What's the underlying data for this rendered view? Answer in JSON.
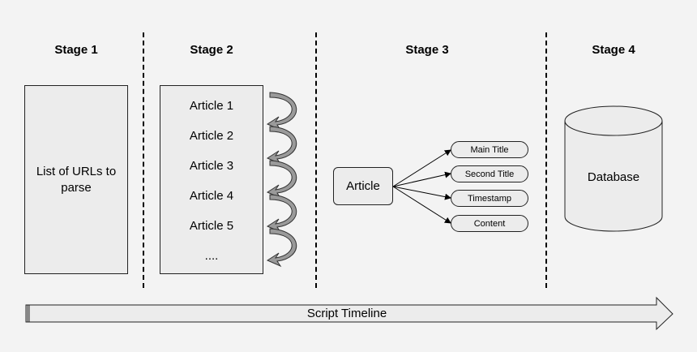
{
  "stages": [
    {
      "title": "Stage 1"
    },
    {
      "title": "Stage 2"
    },
    {
      "title": "Stage 3"
    },
    {
      "title": "Stage 4"
    }
  ],
  "stage1": {
    "box_label": "List of URLs to parse"
  },
  "stage2": {
    "articles": [
      "Article 1",
      "Article 2",
      "Article 3",
      "Article 4",
      "Article 5",
      "...."
    ]
  },
  "stage3": {
    "node_label": "Article",
    "fields": [
      "Main Title",
      "Second Title",
      "Timestamp",
      "Content"
    ]
  },
  "stage4": {
    "db_label": "Database"
  },
  "timeline": {
    "label": "Script Timeline"
  }
}
